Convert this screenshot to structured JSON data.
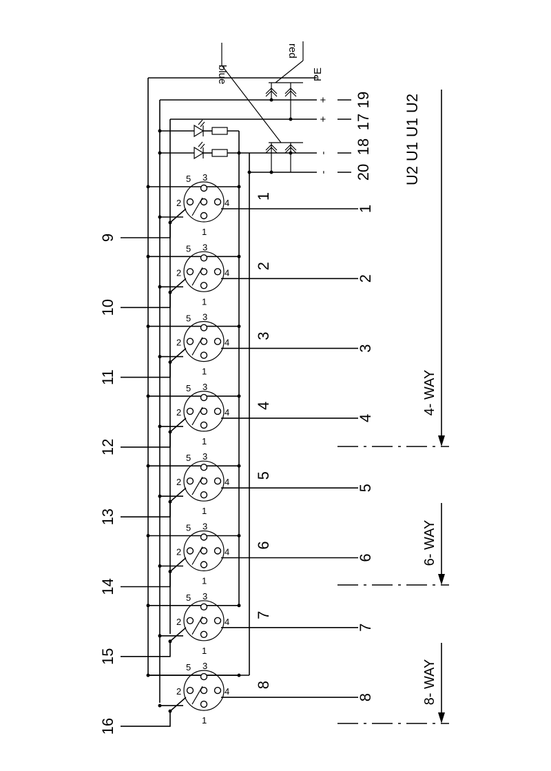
{
  "wire_labels": {
    "blue": "blue",
    "red": "red"
  },
  "supply_terminals": [
    {
      "sign": "PE",
      "number": ""
    },
    {
      "sign": "+",
      "number": "19"
    },
    {
      "sign": "+",
      "number": "17"
    },
    {
      "sign": "-",
      "number": "18"
    },
    {
      "sign": "-",
      "number": "20"
    }
  ],
  "voltage_labels": [
    "U2",
    "U1",
    "U1",
    "U2"
  ],
  "connector_pin_labels": {
    "p1": "1",
    "p2": "2",
    "p3": "3",
    "p4": "4",
    "p5": "5"
  },
  "connectors": [
    {
      "inner": "1",
      "outer": "1",
      "left": "9"
    },
    {
      "inner": "2",
      "outer": "2",
      "left": "10"
    },
    {
      "inner": "3",
      "outer": "3",
      "left": "11"
    },
    {
      "inner": "4",
      "outer": "4",
      "left": "12"
    },
    {
      "inner": "5",
      "outer": "5",
      "left": "13"
    },
    {
      "inner": "6",
      "outer": "6",
      "left": "14"
    },
    {
      "inner": "7",
      "outer": "7",
      "left": "15"
    },
    {
      "inner": "8",
      "outer": "8",
      "left": "16"
    }
  ],
  "variants": [
    "4- WAY",
    "6- WAY",
    "8- WAY"
  ]
}
